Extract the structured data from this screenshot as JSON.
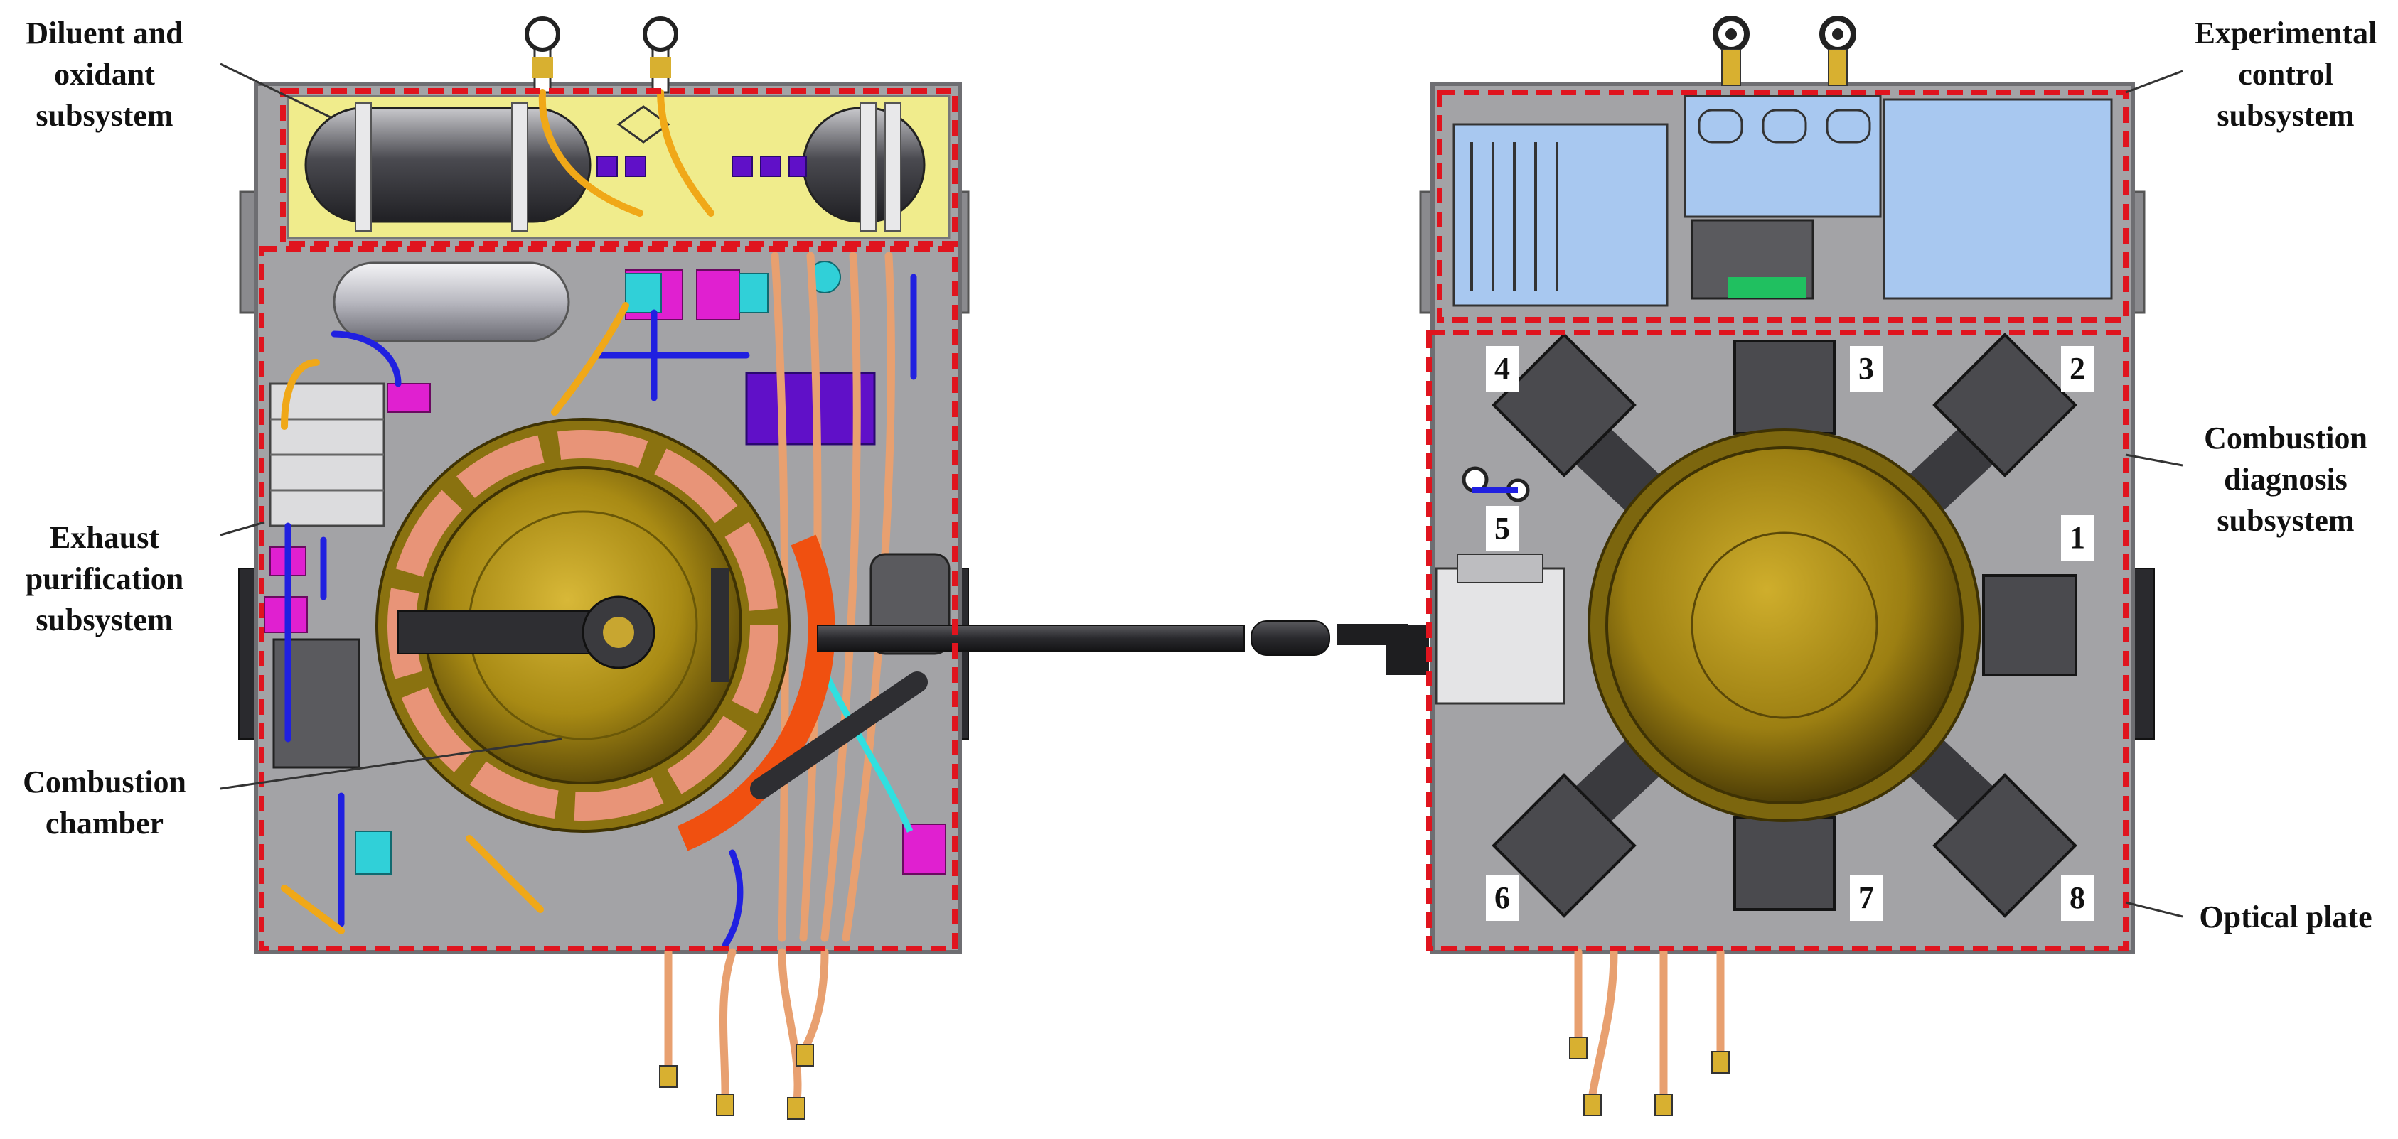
{
  "labels": {
    "diluent": [
      "Diluent and",
      "oxidant",
      "subsystem"
    ],
    "exhaust": [
      "Exhaust",
      "purification",
      "subsystem"
    ],
    "chamber": [
      "Combustion",
      "chamber"
    ],
    "control": [
      "Experimental",
      "control",
      "subsystem"
    ],
    "diagnosis": [
      "Combustion",
      "diagnosis",
      "subsystem"
    ],
    "optical": "Optical plate"
  },
  "ports": [
    "1",
    "2",
    "3",
    "4",
    "5",
    "6",
    "7",
    "8"
  ],
  "colors": {
    "plate": "#a3a3a6",
    "frame": "#6e6e72",
    "dashed": "#e0141e",
    "yellow_panel": "#f0ec8c",
    "chamber_gold": "#a88a14",
    "copper_pipe": "#e8a070",
    "blue_panel": "#a8c8f0",
    "purple": "#6010c8",
    "magenta": "#e020d0",
    "cyan": "#30d0d8",
    "orange_arc": "#f05010"
  }
}
